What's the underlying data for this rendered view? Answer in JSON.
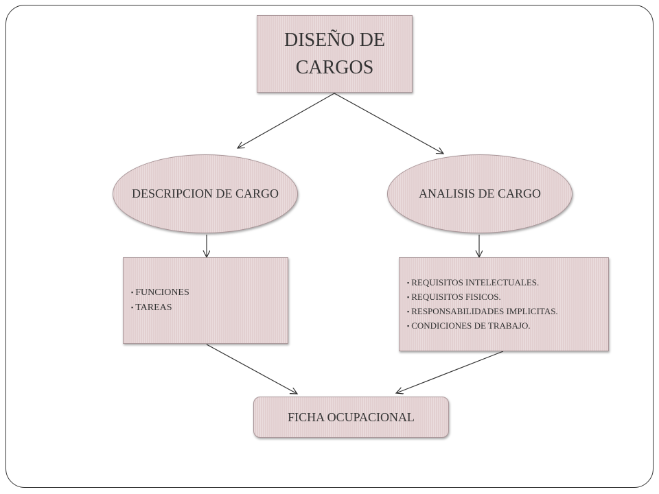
{
  "diagram": {
    "title": "DISEÑO DE CARGOS",
    "descripcion": "DESCRIPCION DE CARGO",
    "analisis": "ANALISIS DE CARGO",
    "descripcion_items": [
      "FUNCIONES",
      "TAREAS"
    ],
    "analisis_items": [
      "REQUISITOS INTELECTUALES.",
      "REQUISITOS FISICOS.",
      "RESPONSABILIDADES IMPLICITAS.",
      "CONDICIONES DE TRABAJO."
    ],
    "ficha": "FICHA OCUPACIONAL"
  },
  "bullet_glyph": "▪",
  "colors": {
    "node_fill": "#e2cfd0",
    "node_border": "#a99598",
    "text": "#333333",
    "line": "#333333"
  }
}
